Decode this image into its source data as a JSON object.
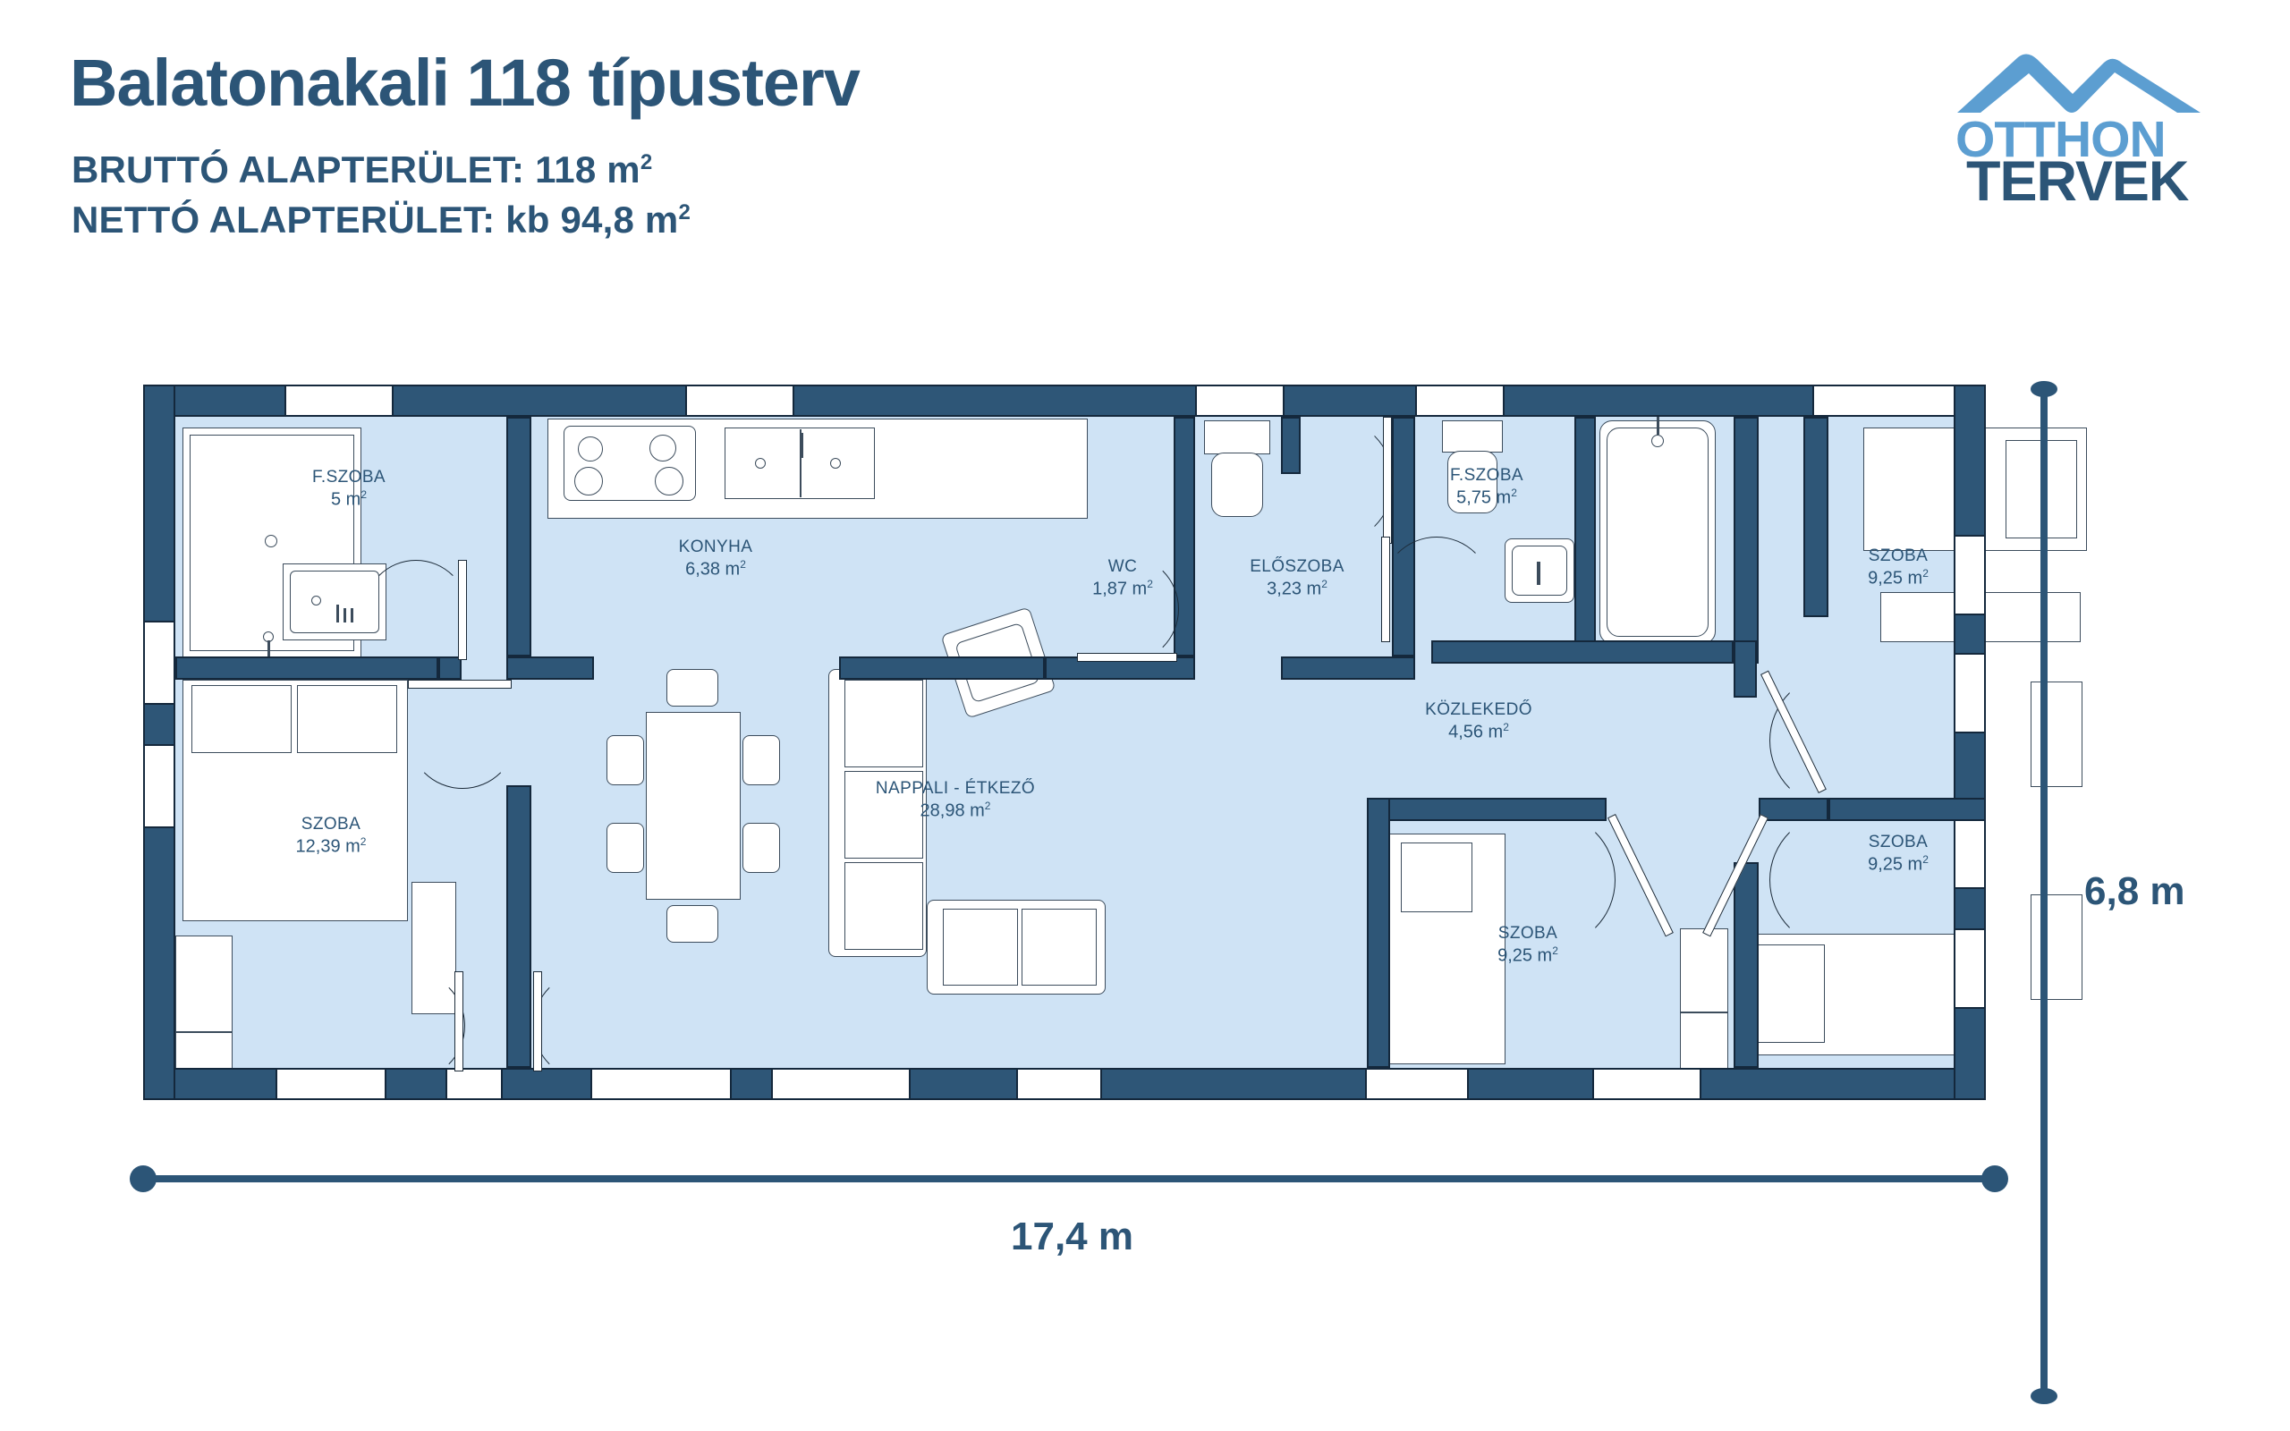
{
  "header": {
    "title": "Balatonakali 118 típusterv",
    "gross_label": "BRUTTÓ ALAPTERÜLET: 118 m",
    "gross_sup": "2",
    "net_label": "NETTÓ ALAPTERÜLET: kb 94,8 m",
    "net_sup": "2"
  },
  "logo": {
    "line1": "OTTHON",
    "line2": "TERVEK",
    "color_light": "#5c9ed1",
    "color_dark": "#2c5577",
    "icon": "mountain-roof-icon"
  },
  "colors": {
    "wall": "#2e5677",
    "wall_outline": "#14283c",
    "room_fill": "#cfe3f5",
    "text": "#2c5577",
    "window": "#ffffff"
  },
  "dimensions": {
    "width_label": "17,4 m",
    "height_label": "6,8 m"
  },
  "rooms": [
    {
      "key": "fszoba_left",
      "name": "F.SZOBA",
      "area": "5 m",
      "sup": "2"
    },
    {
      "key": "szoba_left",
      "name": "SZOBA",
      "area": "12,39 m",
      "sup": "2"
    },
    {
      "key": "konyha",
      "name": "KONYHA",
      "area": "6,38 m",
      "sup": "2"
    },
    {
      "key": "wc",
      "name": "WC",
      "area": "1,87 m",
      "sup": "2"
    },
    {
      "key": "eloszoba",
      "name": "ELŐSZOBA",
      "area": "3,23 m",
      "sup": "2"
    },
    {
      "key": "nappali",
      "name": "NAPPALI - ÉTKEZŐ",
      "area": "28,98 m",
      "sup": "2"
    },
    {
      "key": "fszoba_right",
      "name": "F.SZOBA",
      "area": "5,75 m",
      "sup": "2"
    },
    {
      "key": "kozlekedo",
      "name": "KÖZLEKEDŐ",
      "area": "4,56 m",
      "sup": "2"
    },
    {
      "key": "szoba_mid",
      "name": "SZOBA",
      "area": "9,25 m",
      "sup": "2"
    },
    {
      "key": "szoba_ne",
      "name": "SZOBA",
      "area": "9,25 m",
      "sup": "2"
    },
    {
      "key": "szoba_se",
      "name": "SZOBA",
      "area": "9,25 m",
      "sup": "2"
    }
  ]
}
